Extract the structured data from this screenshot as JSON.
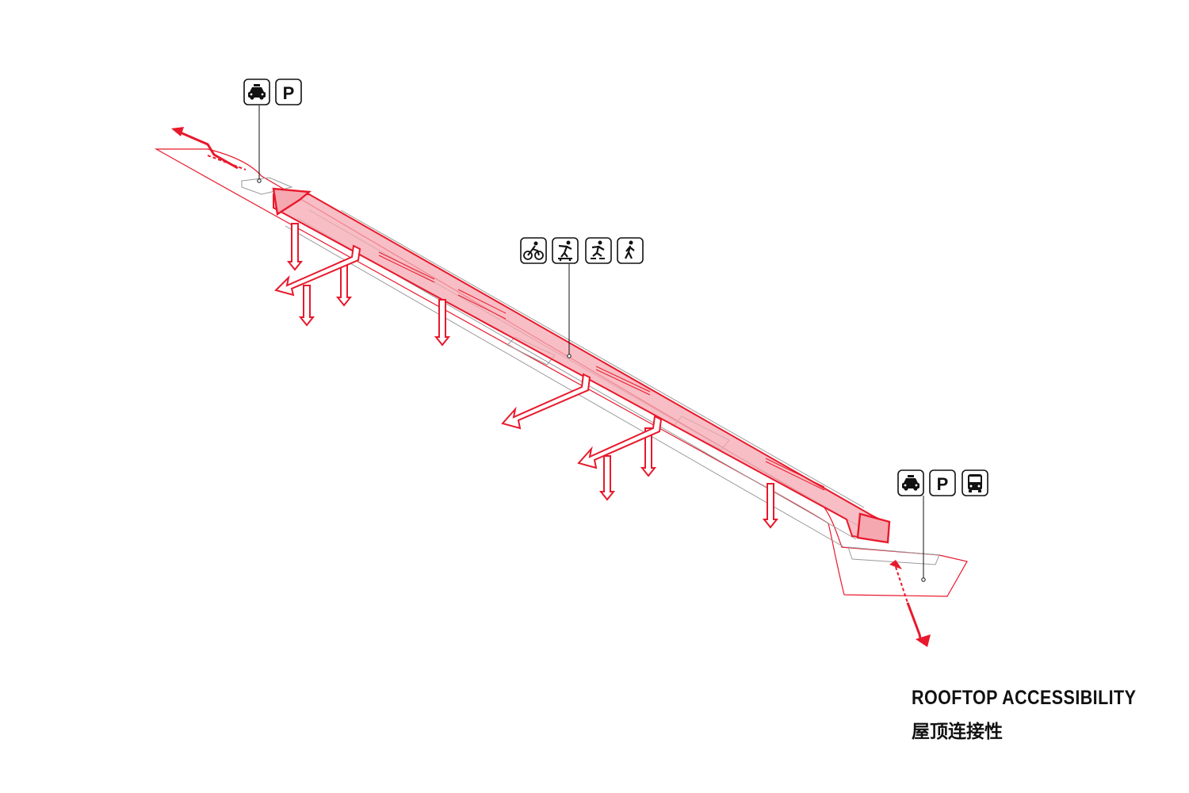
{
  "caption": {
    "title": "ROOFTOP ACCESSIBILITY",
    "subtitle": "屋顶连接性"
  },
  "legend_groups": {
    "north_terminal": {
      "icons": [
        "taxi-icon",
        "parking-icon"
      ],
      "parking_letter": "P"
    },
    "midspan": {
      "icons": [
        "cyclist-icon",
        "skateboarder-icon",
        "inline-skater-icon",
        "pedestrian-icon"
      ]
    },
    "south_terminal": {
      "icons": [
        "taxi-icon",
        "parking-icon",
        "bus-icon"
      ],
      "parking_letter": "P"
    }
  },
  "colors": {
    "route": "#e8192c",
    "route_fill": "#f6a8b1",
    "outline": "#e8192c",
    "structure": "#9a9a9a",
    "ink": "#111111"
  }
}
